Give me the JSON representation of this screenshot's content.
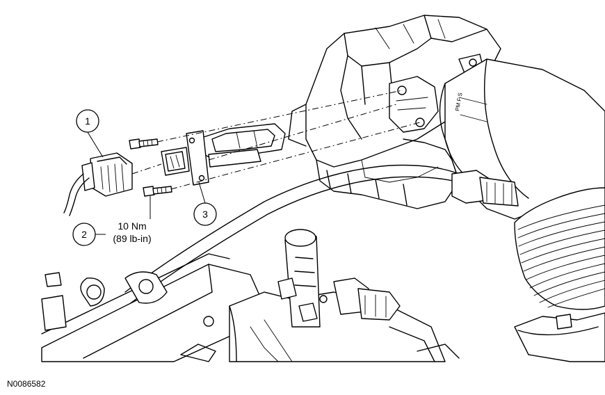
{
  "callouts": [
    {
      "number": "1"
    },
    {
      "number": "2"
    },
    {
      "number": "3"
    }
  ],
  "torque_spec": {
    "metric": "10 Nm",
    "imperial": "(89 lb-in)"
  },
  "housing_marking": "PM F S",
  "figure_id": "N0086582"
}
